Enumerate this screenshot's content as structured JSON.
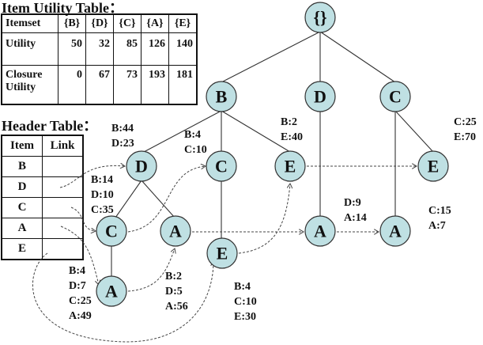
{
  "utility_table": {
    "title": "Item Utility Table：",
    "headers": [
      "Itemset",
      "{B}",
      "{D}",
      "{C}",
      "{A}",
      "{E}"
    ],
    "rows": [
      {
        "label": "Utility",
        "values": [
          "50",
          "32",
          "85",
          "126",
          "140"
        ]
      },
      {
        "label": "Closure Utility",
        "values": [
          "0",
          "67",
          "73",
          "193",
          "181"
        ]
      }
    ]
  },
  "header_table": {
    "title": "Header Table：",
    "headers": [
      "Item",
      "Link"
    ],
    "items": [
      "B",
      "D",
      "C",
      "A",
      "E"
    ]
  },
  "tree": {
    "node_color": "#bfe0e3",
    "nodes": {
      "root": "{}",
      "b": "B",
      "d_top": "D",
      "c_top": "C",
      "bd": "D",
      "bc": "C",
      "be": "E",
      "bdc": "C",
      "bda": "A",
      "bce": "E",
      "bdca": "A",
      "da": "A",
      "ca": "A",
      "ce": "E"
    },
    "labels": {
      "bd": [
        "B:44",
        "D:23"
      ],
      "bc": [
        "B:4",
        "C:10"
      ],
      "be": [
        "B:2",
        "E:40"
      ],
      "ce": [
        "C:25",
        "E:70"
      ],
      "bdc": [
        "B:14",
        "D:10",
        "C:35"
      ],
      "da": [
        "D:9",
        "A:14"
      ],
      "ca": [
        "C:15",
        "A:7"
      ],
      "bdca": [
        "B:4",
        "D:7",
        "C:25",
        "A:49"
      ],
      "bda": [
        "B:2",
        "D:5",
        "A:56"
      ],
      "bce": [
        "B:4",
        "C:10",
        "E:30"
      ]
    }
  }
}
